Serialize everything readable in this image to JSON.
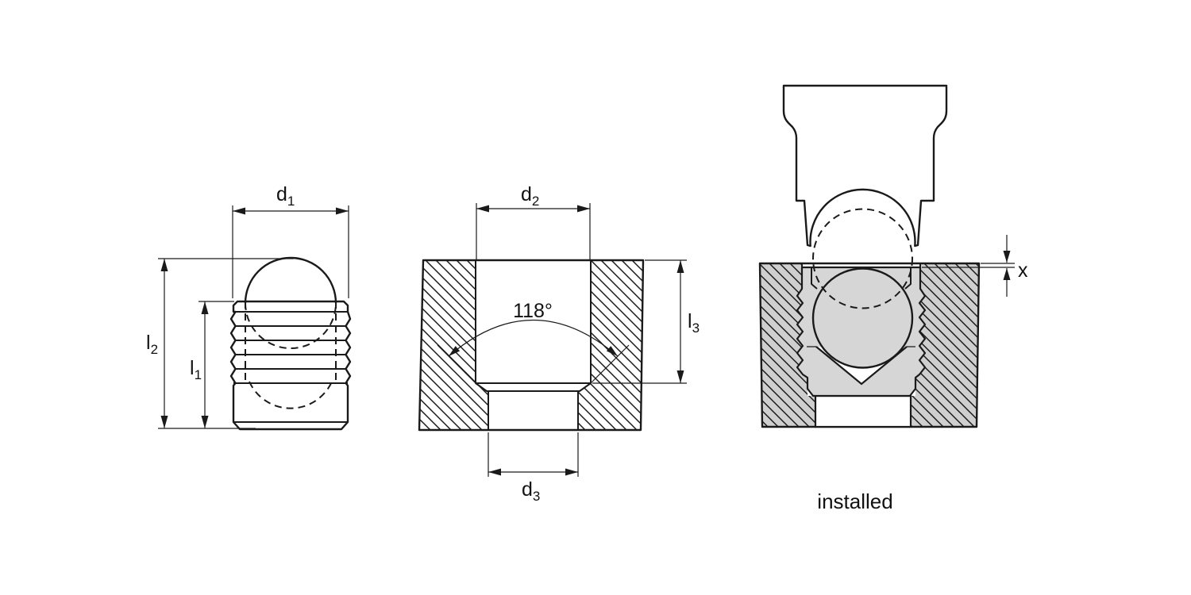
{
  "labels": {
    "d1": {
      "base": "d",
      "sub": "1"
    },
    "l1": {
      "base": "l",
      "sub": "1"
    },
    "l2": {
      "base": "l",
      "sub": "2"
    },
    "d2": {
      "base": "d",
      "sub": "2"
    },
    "d3": {
      "base": "d",
      "sub": "3"
    },
    "l3": {
      "base": "l",
      "sub": "3"
    },
    "angle": "118°",
    "clearance": "x",
    "caption": "installed"
  },
  "colors": {
    "line": "#1a1a1a",
    "punch_fill": "#d6d6d6",
    "plug_fill": "#d6d6d6",
    "block_fill": "#cfcfcf",
    "background": "#ffffff"
  }
}
